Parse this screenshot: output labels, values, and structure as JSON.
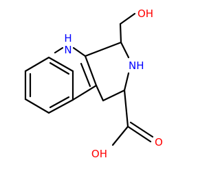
{
  "molecule": {
    "atom_labels": {
      "hydroxyl": "OH",
      "indole_nh": "N",
      "indole_h": "H",
      "ring_nh": "NH",
      "carbonyl_o": "O",
      "acid_oh": "OH"
    },
    "colors": {
      "bond": "#000000",
      "nitrogen": "#0000ff",
      "oxygen": "#ff0000"
    }
  }
}
